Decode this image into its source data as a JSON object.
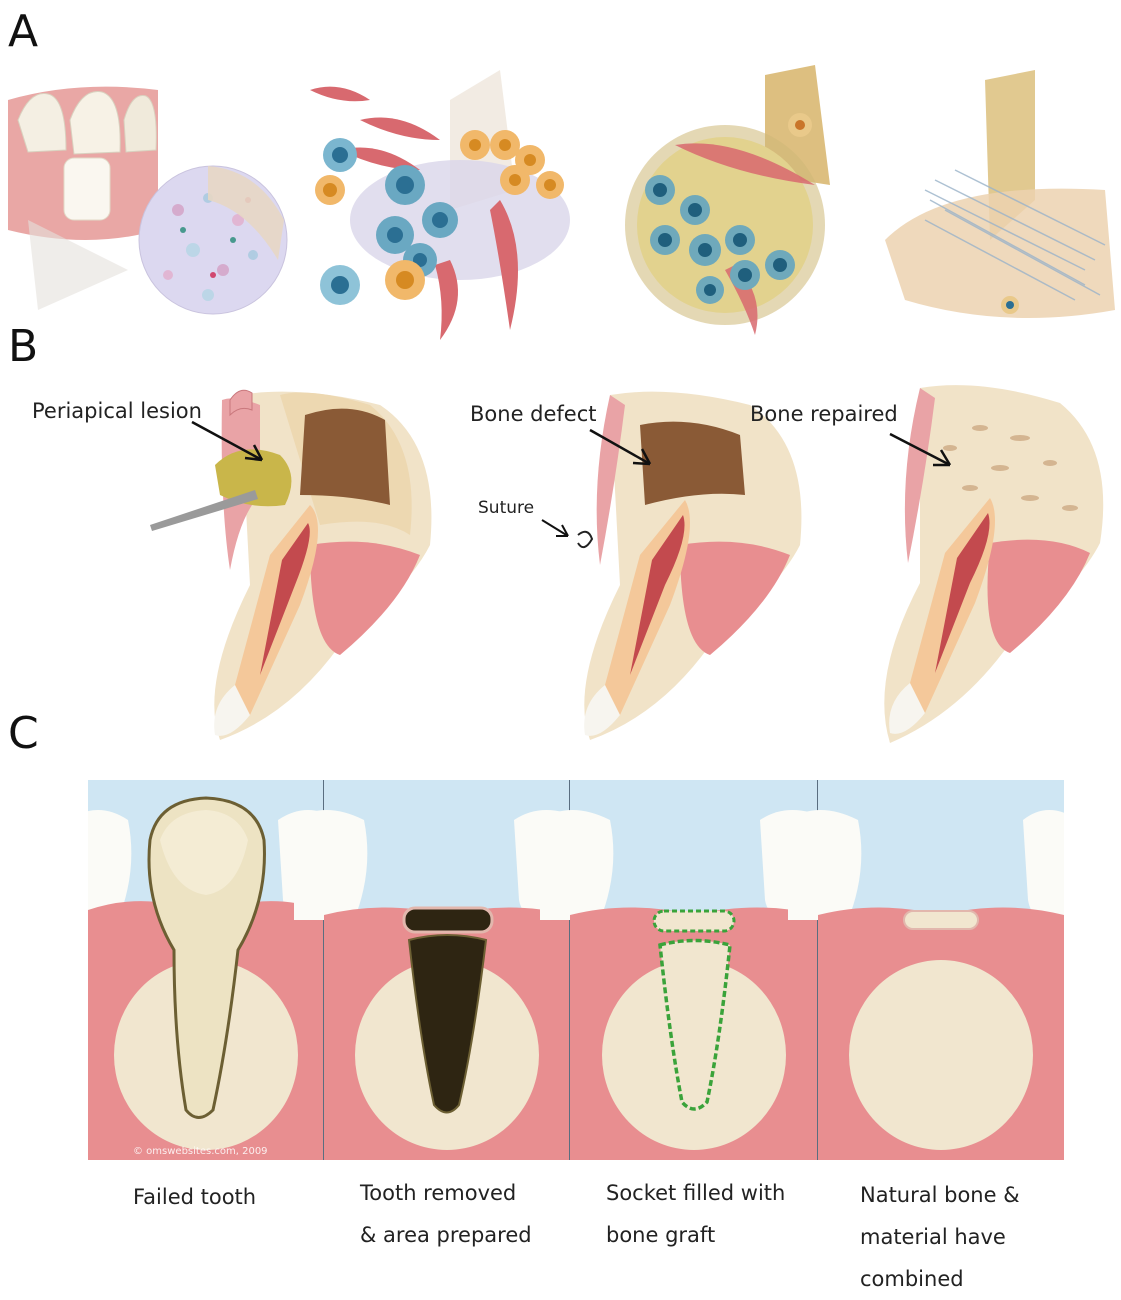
{
  "panels": {
    "a": {
      "letter": "A"
    },
    "b": {
      "letter": "B",
      "labels": {
        "periapical_lesion": "Periapical lesion",
        "bone_defect": "Bone defect",
        "bone_repaired": "Bone repaired",
        "suture": "Suture"
      }
    },
    "c": {
      "letter": "C",
      "watermark": "© omswebsites.com, 2009",
      "captions": [
        [
          "Failed tooth"
        ],
        [
          "Tooth removed",
          "& area prepared"
        ],
        [
          "Socket filled with",
          "bone graft"
        ],
        [
          "Natural bone &",
          "material have",
          "combined"
        ]
      ]
    }
  },
  "colors": {
    "gum": "#e88e90",
    "gum_dark": "#c96a70",
    "bone": "#f1e6cf",
    "bone_spongy": "#c9a27a",
    "enamel": "#fbfbf7",
    "sky": "#cfe6f3",
    "socket": "#2e2512",
    "graft_border": "#3aa33a",
    "cell_blue": "#3d8fb0",
    "cell_orange": "#e4a130",
    "fibroblast": "#d8696f"
  }
}
